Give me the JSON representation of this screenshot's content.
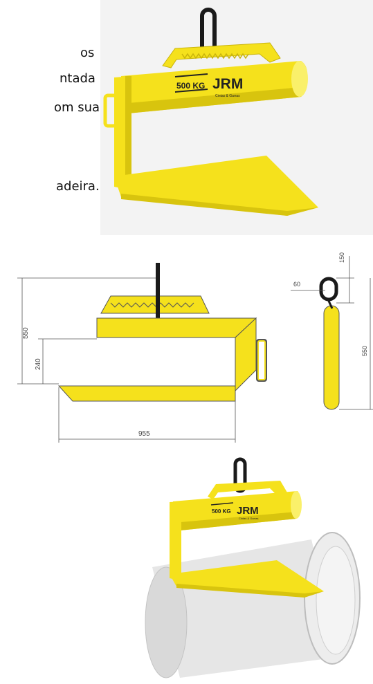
{
  "intro_text": {
    "lines": [
      "os",
      "ntada",
      "om sua",
      "adeira."
    ]
  },
  "hero_product": {
    "capacity_label": "500 KG",
    "brand_name": "JRM",
    "brand_tagline": "Cintas & Garras"
  },
  "technical_drawing": {
    "dimension_total_height": "550",
    "dimension_inner_height": "240",
    "dimension_length": "955",
    "dimension_ring_width": "60",
    "dimension_ring_height": "150",
    "dimension_side_height": "550"
  },
  "usage_illustration": {
    "capacity_label": "500 KG",
    "brand_name": "JRM",
    "brand_tagline": "Cintas & Garras"
  },
  "colors": {
    "yellow": "#f5e11c",
    "yellow_shadow": "#d8c40e",
    "yellow_light": "#faf06a",
    "outline": "#555555",
    "ring": "#1a1a1a",
    "pipe": "#e6e6e6"
  }
}
